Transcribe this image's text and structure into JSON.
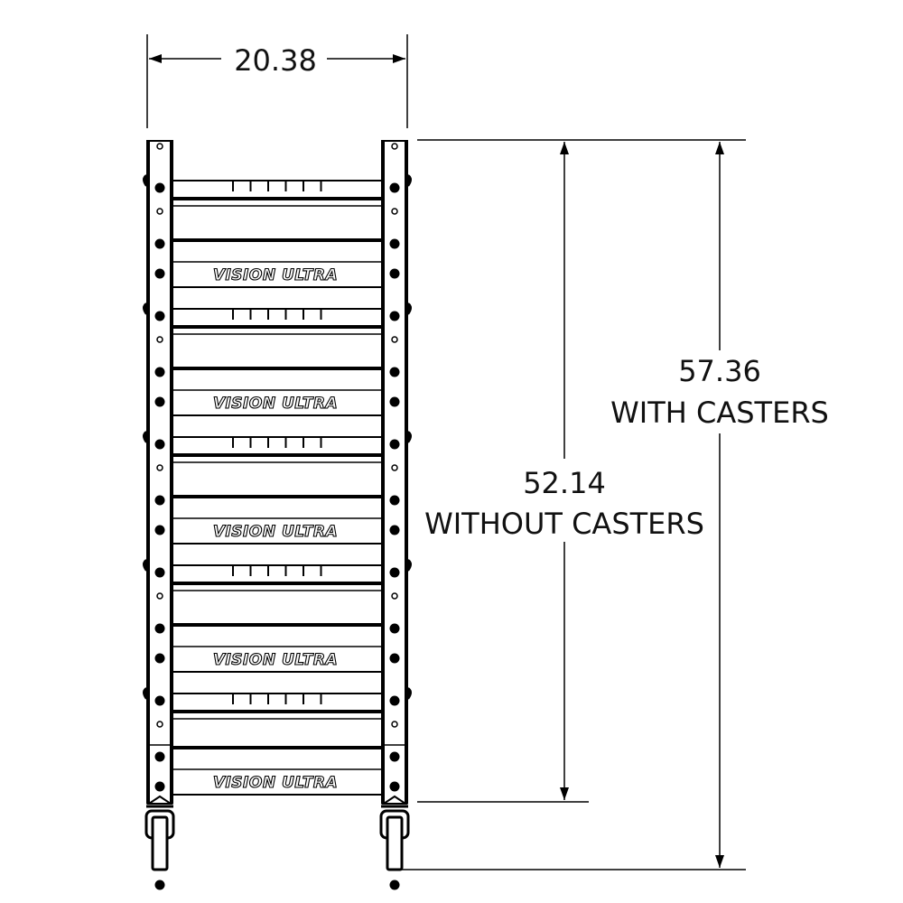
{
  "drawing": {
    "brand_logo": "VISION ULTRA",
    "shelf_count": 5,
    "width_dimension": "20.38",
    "height_without_casters": {
      "value": "52.14",
      "label": "WITHOUT CASTERS"
    },
    "height_with_casters": {
      "value": "57.36",
      "label": "WITH CASTERS"
    }
  }
}
